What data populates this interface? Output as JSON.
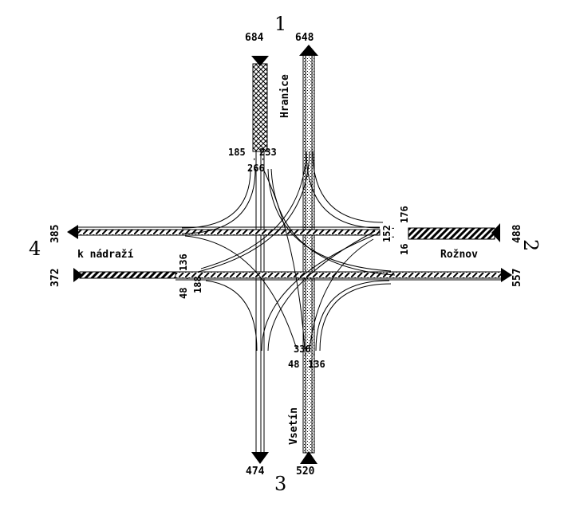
{
  "diagram": {
    "arms": {
      "arm1": "1",
      "arm2": "2",
      "arm3": "3",
      "arm4": "4"
    },
    "streets": {
      "north": "Hranice",
      "east": "Rožnov",
      "south": "Vsetín",
      "west": "k nádraží"
    },
    "edge_volumes": {
      "north_in": "684",
      "north_out": "648",
      "east_in": "488",
      "east_out": "557",
      "south_in": "520",
      "south_out": "474",
      "west_in": "372",
      "west_out": "385"
    },
    "turn_volumes": {
      "north_left": "185",
      "north_right": "233",
      "north_through": "266",
      "west_through": "136",
      "west_left": "48",
      "west_right": "188",
      "south_left": "336",
      "south_through": "48",
      "south_right": "136",
      "east_through": "152",
      "east_left": "176",
      "east_right": "16"
    },
    "tiny_marks": {
      "north_pair": "' '",
      "west_pair": "'",
      "south_pair": "' '",
      "east_pair": "' '"
    },
    "colors": {
      "line": "#000000",
      "background": "#ffffff"
    }
  }
}
